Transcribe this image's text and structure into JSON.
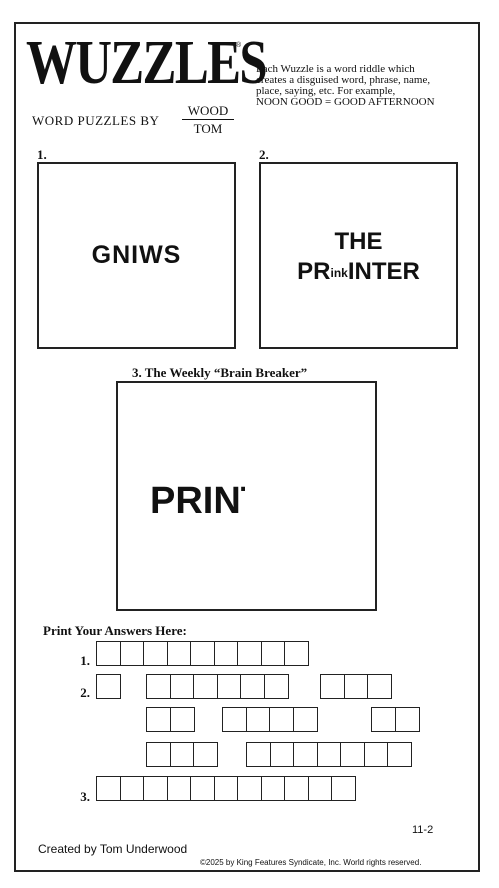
{
  "header": {
    "logo": "WUZZLES",
    "registered": "®",
    "intro_lines": [
      "Each Wuzzle is a word riddle which",
      "creates a disguised word, phrase, name,",
      "place, saying, etc. For example,",
      "NOON GOOD = GOOD AFTERNOON"
    ],
    "byline": "WORD PUZZLES BY",
    "byline_top": "WOOD",
    "byline_bottom": "TOM"
  },
  "puzzles": {
    "p1": {
      "number": "1.",
      "text": "GNIWS"
    },
    "p2": {
      "number": "2.",
      "line1": "THE",
      "line2_left": "PR",
      "line2_small": "ink",
      "line2_right": "INTER"
    },
    "p3": {
      "title": "3. The Weekly “Brain Breaker”",
      "text": "PRINT"
    }
  },
  "answers": {
    "title": "Print Your Answers Here:",
    "labels": [
      "1.",
      "2.",
      "3."
    ],
    "rows": [
      {
        "label_index": 0,
        "groups": [
          9
        ]
      },
      {
        "label_index": 1,
        "groups": [
          1,
          6,
          3
        ]
      },
      {
        "label_index": -1,
        "groups": [
          2,
          4,
          2
        ]
      },
      {
        "label_index": -1,
        "groups": [
          3,
          7
        ]
      },
      {
        "label_index": 2,
        "groups": [
          11
        ]
      }
    ]
  },
  "footer": {
    "code": "11-2",
    "credit": "Created by Tom Underwood",
    "copyright": "©2025 by King Features Syndicate, Inc. World rights reserved."
  }
}
